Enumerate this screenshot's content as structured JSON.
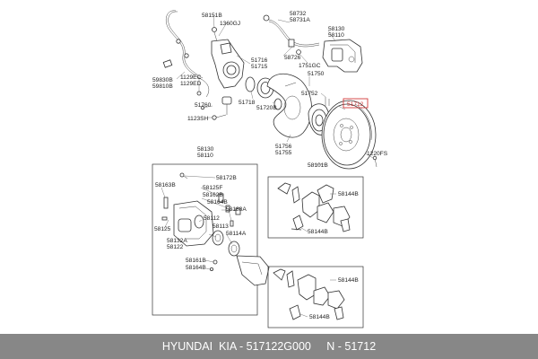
{
  "labels": {
    "l58151B": "58151B",
    "l1360GJ": "1360GJ",
    "l58732": "58732",
    "l58731A": "58731A",
    "l58130a": "58130",
    "l58110a": "58110",
    "l58726": "58726",
    "l1751GC": "1751GC",
    "l51716": "51716",
    "l51715": "51715",
    "l59830B": "59830B",
    "l59810B": "59810B",
    "l1129EC": "1129EC",
    "l1129ED": "1129ED",
    "l51750": "51750",
    "l51718": "51718",
    "l51720B": "51720B",
    "l51752": "51752",
    "l51712": "51712",
    "l51760": "51760",
    "l1123SH": "1123SH",
    "l51756": "51756",
    "l51755": "51755",
    "l1220FS": "1220FS",
    "l58130b": "58130",
    "l58110b": "58110",
    "l58101B": "58101B",
    "l58172B": "58172B",
    "l58163B": "58163B",
    "l58125F": "58125F",
    "l58162B": "58162B",
    "l58164Ba": "58164B",
    "l58188A": "58188A",
    "l58112": "58112",
    "l58144Ba": "58144B",
    "l58125": "58125",
    "l58113": "58113",
    "l58114A": "58114A",
    "l58144Bb": "58144B",
    "l58132A": "58132A",
    "l58122": "58122",
    "l58161B": "58161B",
    "l58164Bb": "58164B",
    "l58144Bc": "58144B",
    "l58144Bd": "58144B"
  },
  "highlight": {
    "part_number": "51712",
    "color": "#d33a3a"
  },
  "footer": {
    "text": "HYUNDAI  KIA - 517122G000     N - 51712",
    "background": "#878787"
  }
}
